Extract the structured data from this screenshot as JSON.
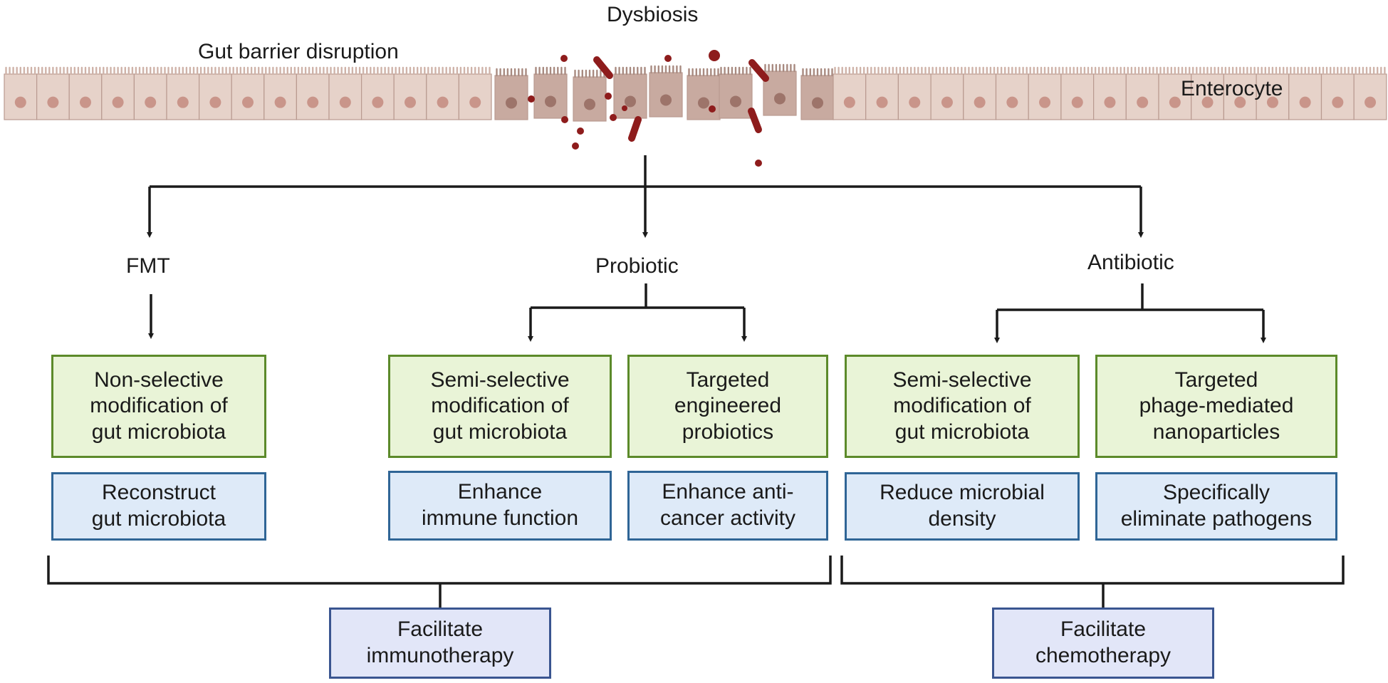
{
  "header": {
    "dysbiosis": "Dysbiosis",
    "gut_barrier": "Gut barrier disruption",
    "enterocyte": "Enterocyte"
  },
  "branches": {
    "fmt": {
      "label": "FMT",
      "modification": "Non-selective\nmodification of\ngut microbiota",
      "effect": "Reconstruct\ngut microbiota"
    },
    "probiotic": {
      "label": "Probiotic",
      "left": {
        "modification": "Semi-selective\nmodification of\ngut microbiota",
        "effect": "Enhance\nimmune function"
      },
      "right": {
        "modification": "Targeted\nengineered\nprobiotics",
        "effect": "Enhance anti-\ncancer activity"
      }
    },
    "antibiotic": {
      "label": "Antibiotic",
      "left": {
        "modification": "Semi-selective\nmodification of\ngut microbiota",
        "effect": "Reduce microbial\ndensity"
      },
      "right": {
        "modification": "Targeted\nphage-mediated\nnanoparticles",
        "effect": "Specifically\neliminate pathogens"
      }
    }
  },
  "outcomes": {
    "immunotherapy": "Facilitate\nimmunotherapy",
    "chemotherapy": "Facilitate\nchemotherapy"
  },
  "colors": {
    "cell_fill": "#e6d2c9",
    "cell_damaged": "#c8aaa0",
    "nucleus": "#c9958a",
    "bacteria": "#8e1c1c",
    "green_border": "#5c8a2a",
    "blue_border": "#2f6596",
    "lavender_border": "#3a5590"
  }
}
